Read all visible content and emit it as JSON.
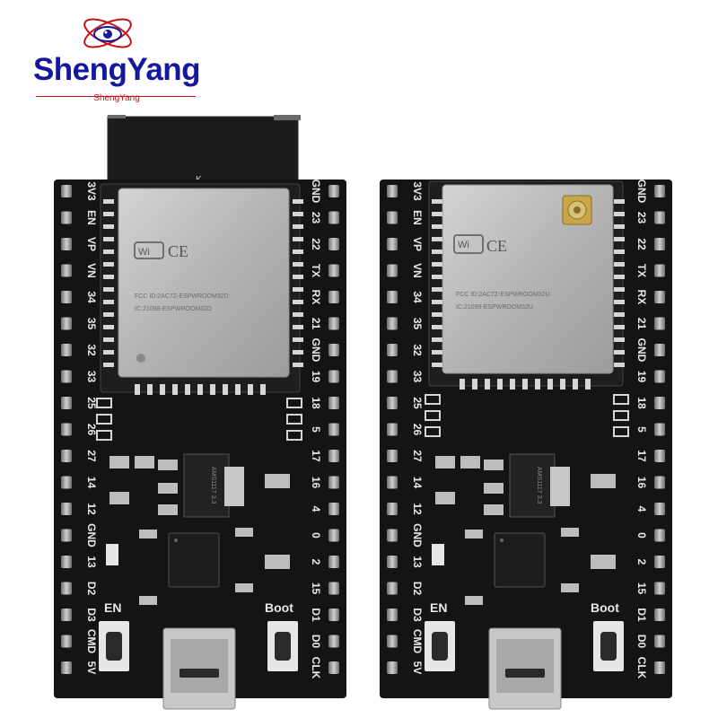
{
  "brand": {
    "name": "ShengYang",
    "tagline": "ShengYang",
    "colors": {
      "name": "#14189b",
      "tagline": "#c0141c",
      "logo_ring": "#c0141c"
    }
  },
  "colors": {
    "pcb": "#141414",
    "silkscreen": "#e8e8e8",
    "pin": "#9a9a9a",
    "pad": "#d6d6d6",
    "shield": "#b9b9b9",
    "antenna": "#1d1d1d"
  },
  "boards": [
    {
      "variant": "ESP32-WROOM-32D",
      "module_text_1": "FCC ID:2AC7Z-ESPWROOM32D",
      "module_text_2": "IC:21098-ESPWROOM32D",
      "module_mark": "K",
      "regulator_text": "AMS1117 3.3",
      "left_pins": [
        "3V3",
        "EN",
        "VP",
        "VN",
        "34",
        "35",
        "32",
        "33",
        "25",
        "26",
        "27",
        "14",
        "12",
        "GND",
        "13",
        "D2",
        "D3",
        "CMD",
        "5V"
      ],
      "right_pins": [
        "GND",
        "23",
        "22",
        "TX",
        "RX",
        "21",
        "GND",
        "19",
        "18",
        "5",
        "17",
        "16",
        "4",
        "0",
        "2",
        "15",
        "D1",
        "D0",
        "CLK"
      ],
      "en_label": "EN",
      "boot_label": "Boot"
    },
    {
      "variant": "ESP32-WROOM-32U",
      "module_text_1": "FCC ID:2AC7Z-ESPWROOM32U",
      "module_text_2": "IC:21098-ESPWROOM32U",
      "module_mark": "",
      "regulator_text": "AMS1117 3.3",
      "left_pins": [
        "3V3",
        "EN",
        "VP",
        "VN",
        "34",
        "35",
        "32",
        "33",
        "25",
        "26",
        "27",
        "14",
        "12",
        "GND",
        "13",
        "D2",
        "D3",
        "CMD",
        "5V"
      ],
      "right_pins": [
        "GND",
        "23",
        "22",
        "TX",
        "RX",
        "21",
        "GND",
        "19",
        "18",
        "5",
        "17",
        "16",
        "4",
        "0",
        "2",
        "15",
        "D1",
        "D0",
        "CLK"
      ],
      "en_label": "EN",
      "boot_label": "Boot"
    }
  ]
}
